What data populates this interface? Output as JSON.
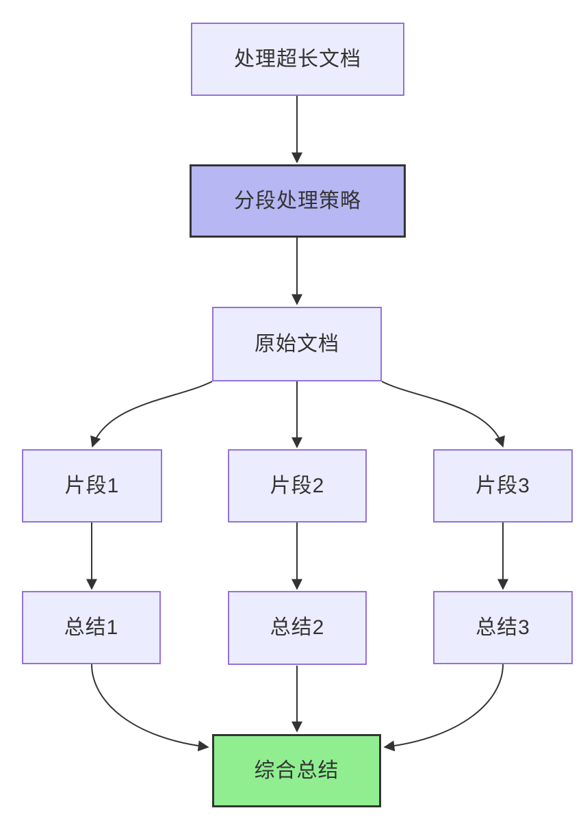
{
  "diagram": {
    "type": "flowchart",
    "direction": "top-down",
    "background": "#ffffff",
    "nodes": [
      {
        "id": "root",
        "label": "处理超长文档",
        "style": "light",
        "fill": "#ececff",
        "stroke": "#9370db"
      },
      {
        "id": "strategy",
        "label": "分段处理策略",
        "style": "strategy",
        "fill": "#b6b7f3",
        "stroke": "#333333"
      },
      {
        "id": "doc",
        "label": "原始文档",
        "style": "light",
        "fill": "#ececff",
        "stroke": "#9370db"
      },
      {
        "id": "seg1",
        "label": "片段1",
        "style": "light",
        "fill": "#ececff",
        "stroke": "#9370db"
      },
      {
        "id": "seg2",
        "label": "片段2",
        "style": "light",
        "fill": "#ececff",
        "stroke": "#9370db"
      },
      {
        "id": "seg3",
        "label": "片段3",
        "style": "light",
        "fill": "#ececff",
        "stroke": "#9370db"
      },
      {
        "id": "sum1",
        "label": "总结1",
        "style": "light",
        "fill": "#ececff",
        "stroke": "#9370db"
      },
      {
        "id": "sum2",
        "label": "总结2",
        "style": "light",
        "fill": "#ececff",
        "stroke": "#9370db"
      },
      {
        "id": "sum3",
        "label": "总结3",
        "style": "light",
        "fill": "#ececff",
        "stroke": "#9370db"
      },
      {
        "id": "final",
        "label": "综合总结",
        "style": "result",
        "fill": "#90ee90",
        "stroke": "#333333"
      }
    ],
    "edges": [
      {
        "from": "root",
        "to": "strategy",
        "arrow": "solid-triangle"
      },
      {
        "from": "strategy",
        "to": "doc",
        "arrow": "solid-triangle"
      },
      {
        "from": "doc",
        "to": "seg1",
        "arrow": "solid-triangle"
      },
      {
        "from": "doc",
        "to": "seg2",
        "arrow": "solid-triangle"
      },
      {
        "from": "doc",
        "to": "seg3",
        "arrow": "solid-triangle"
      },
      {
        "from": "seg1",
        "to": "sum1",
        "arrow": "solid-triangle"
      },
      {
        "from": "seg2",
        "to": "sum2",
        "arrow": "solid-triangle"
      },
      {
        "from": "seg3",
        "to": "sum3",
        "arrow": "solid-triangle"
      },
      {
        "from": "sum1",
        "to": "final",
        "arrow": "solid-triangle"
      },
      {
        "from": "sum2",
        "to": "final",
        "arrow": "solid-triangle"
      },
      {
        "from": "sum3",
        "to": "final",
        "arrow": "solid-triangle"
      }
    ],
    "colors": {
      "edge": "#333333",
      "text": "#333333",
      "light_fill": "#ececff",
      "light_stroke": "#9370db",
      "strategy_fill": "#b6b7f3",
      "result_fill": "#90ee90",
      "dark_stroke": "#333333"
    }
  }
}
